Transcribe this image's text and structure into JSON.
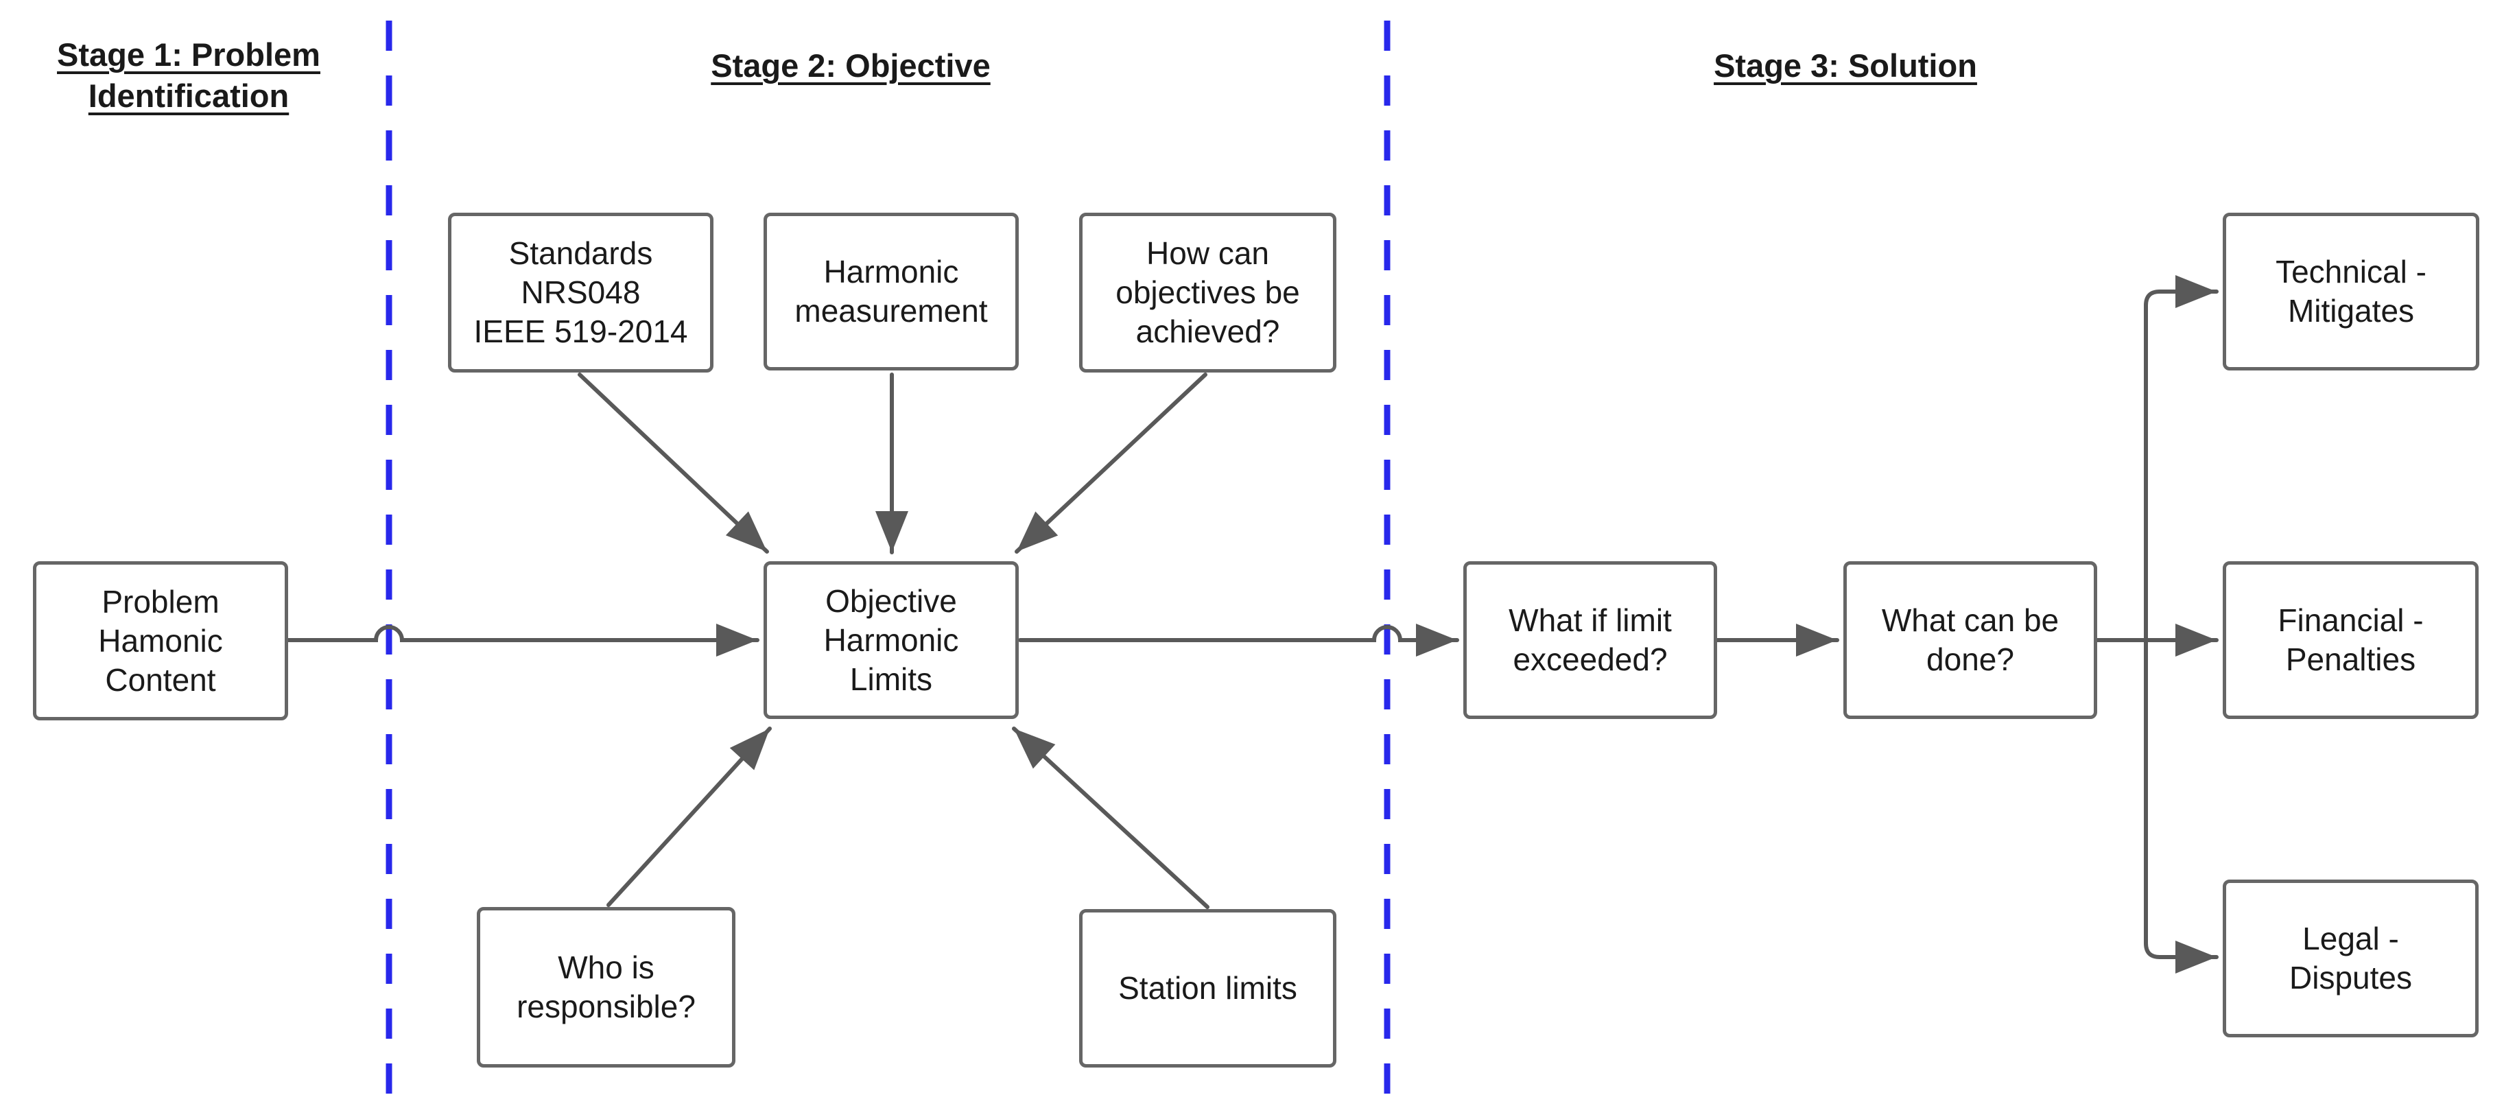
{
  "headers": {
    "stage1": "Stage 1: Problem\nIdentification",
    "stage2": "Stage 2: Objective",
    "stage3": "Stage 3: Solution"
  },
  "nodes": {
    "problem": "Problem\nHamonic\nContent",
    "standards": "Standards\nNRS048\nIEEE 519-2014",
    "measurement": "Harmonic\nmeasurement",
    "how_achieved": "How can\nobjectives be\nachieved?",
    "objective": "Objective\nHarmonic\nLimits",
    "responsible": "Who is\nresponsible?",
    "station": "Station limits",
    "limit_exceeded": "What if limit\nexceeded?",
    "what_done": "What can be\ndone?",
    "technical": "Technical -\nMitigates",
    "financial": "Financial -\nPenalties",
    "legal": "Legal -\nDisputes"
  },
  "colors": {
    "divider_blue": "#2828eb",
    "connector_gray": "#595959",
    "box_border_gray": "#666666",
    "text_black": "#1a1a1a"
  }
}
